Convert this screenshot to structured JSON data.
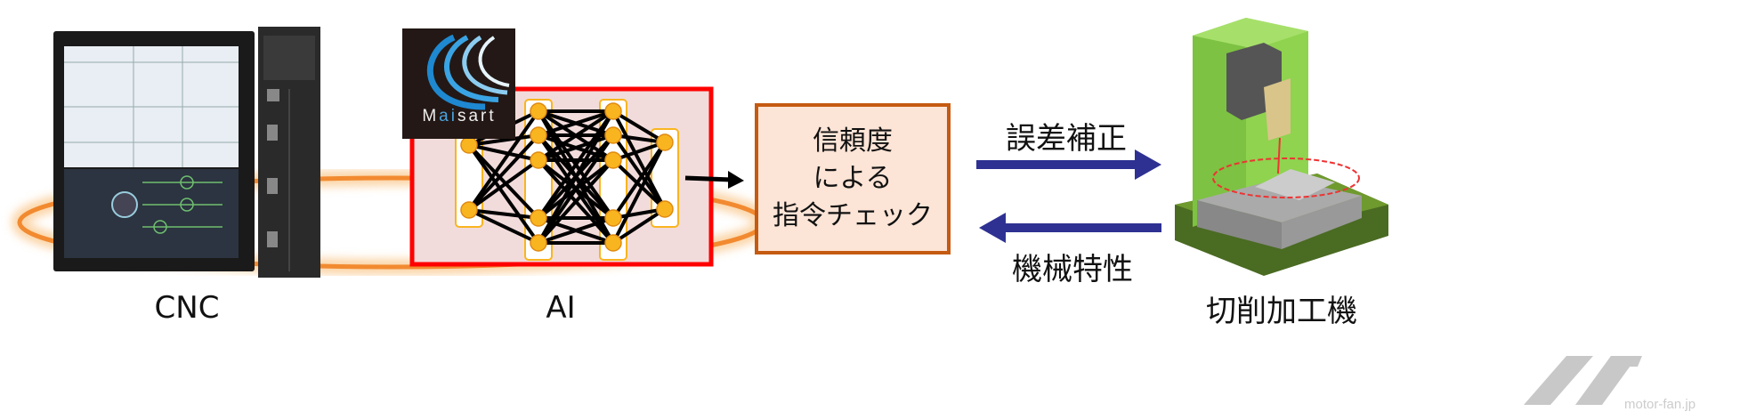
{
  "labels": {
    "cnc": "CNC",
    "ai": "AI",
    "machine": "切削加工機"
  },
  "logo": {
    "pre": "M",
    "ai": "ai",
    "post": "sart"
  },
  "check_box": {
    "lines": [
      "信頼度",
      "による",
      "指令チェック"
    ]
  },
  "arrows": {
    "forward_label": "誤差補正",
    "backward_label": "機械特性"
  },
  "watermark": {
    "text": "motor-fan.jp"
  },
  "colors": {
    "loop": "#f4a040",
    "ai_box_border": "#ff0000",
    "ai_box_fill": "#f2dcdb",
    "node": "#f9b520",
    "check_fill": "#fce4d6",
    "check_border": "#c55a11",
    "arrow": "#2e3192",
    "machine_green": "#7dc242"
  }
}
